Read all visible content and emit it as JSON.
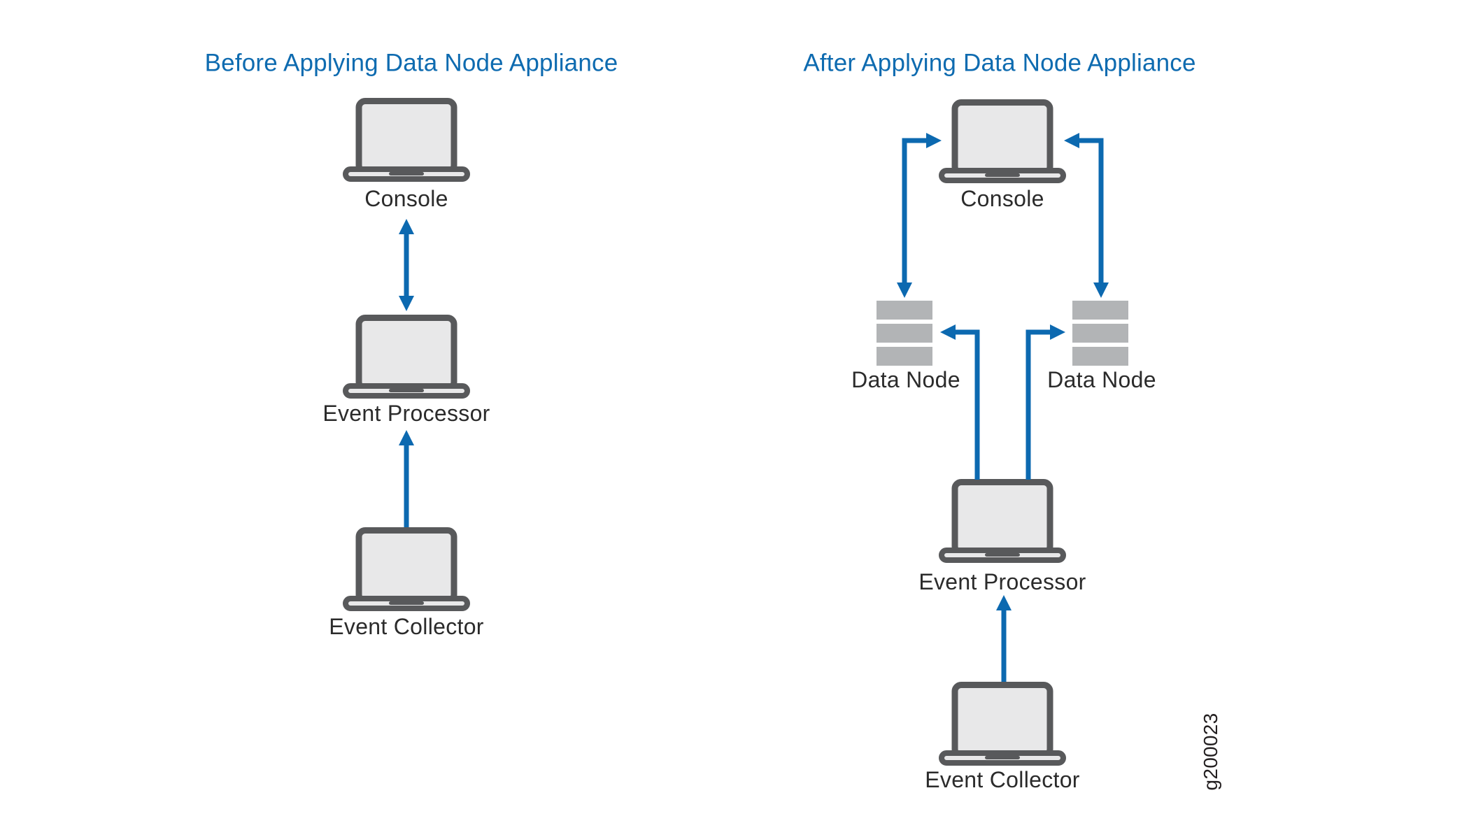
{
  "figure_label": "g200023",
  "colors": {
    "title_blue": "#0e6bb0",
    "arrow_blue": "#0c69b0",
    "device_outline_gray": "#58595b",
    "device_fill_gray": "#e8e8e9",
    "data_node_gray": "#b2b4b6",
    "label_text": "#2b2b2b",
    "background": "#ffffff"
  },
  "before_panel": {
    "title": "Before Applying Data Node Appliance",
    "nodes": [
      {
        "label": "Console",
        "type": "laptop"
      },
      {
        "label": "Event Processor",
        "type": "laptop"
      },
      {
        "label": "Event Collector",
        "type": "laptop"
      }
    ],
    "connections": [
      {
        "from": "Console",
        "to": "Event Processor",
        "style": "bidirectional-vertical-arrow"
      },
      {
        "from": "Event Collector",
        "to": "Event Processor",
        "style": "up-arrow"
      }
    ]
  },
  "after_panel": {
    "title": "After Applying Data Node Appliance",
    "nodes": [
      {
        "label": "Console",
        "type": "laptop"
      },
      {
        "label": "Data Node",
        "type": "storage-stack"
      },
      {
        "label": "Data Node",
        "type": "storage-stack"
      },
      {
        "label": "Event Processor",
        "type": "laptop"
      },
      {
        "label": "Event Collector",
        "type": "laptop"
      }
    ],
    "connections": [
      {
        "from": "Data Node (left)",
        "to": "Console",
        "style": "bidirectional-elbow-arrow"
      },
      {
        "from": "Data Node (right)",
        "to": "Console",
        "style": "bidirectional-elbow-arrow"
      },
      {
        "from": "Event Processor",
        "to": "Data Node (left)",
        "style": "elbow-arrow"
      },
      {
        "from": "Event Processor",
        "to": "Data Node (right)",
        "style": "elbow-arrow"
      },
      {
        "from": "Event Collector",
        "to": "Event Processor",
        "style": "up-arrow"
      }
    ]
  }
}
